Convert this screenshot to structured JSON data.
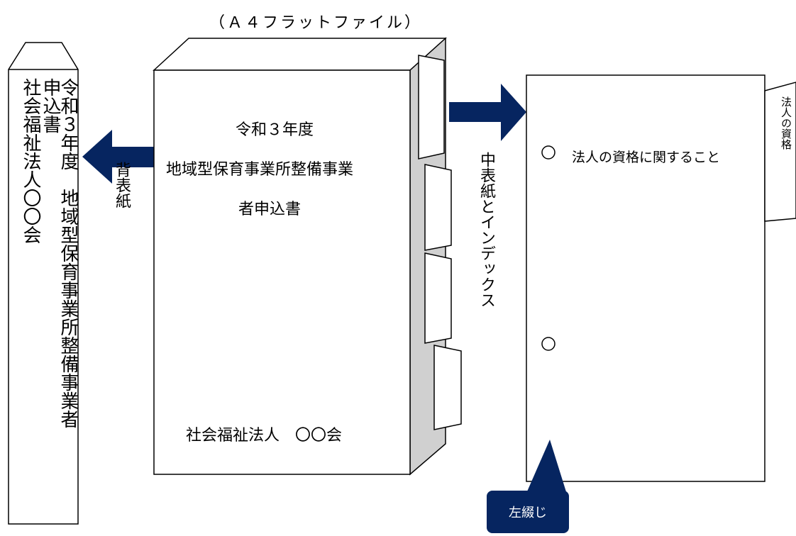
{
  "title": "（Ａ４フラットファイル）",
  "spine": {
    "lines": [
      "申込書",
      "令和３年度　地域型保育事業所整備事業者",
      "社会福祉法人〇〇会"
    ],
    "label": "背表紙"
  },
  "cover": {
    "line1": "令和３年度",
    "line2": "地域型保育事業所整備事業",
    "line3": "者申込書",
    "org": "社会福祉法人　〇〇会"
  },
  "index_label": "中表紙とインデックス",
  "page": {
    "item": "法人の資格に関すること",
    "tab_text": "法人の資格"
  },
  "callout": "左綴じ",
  "colors": {
    "arrow": "#062560",
    "folder_side": "#d0d0d0"
  }
}
